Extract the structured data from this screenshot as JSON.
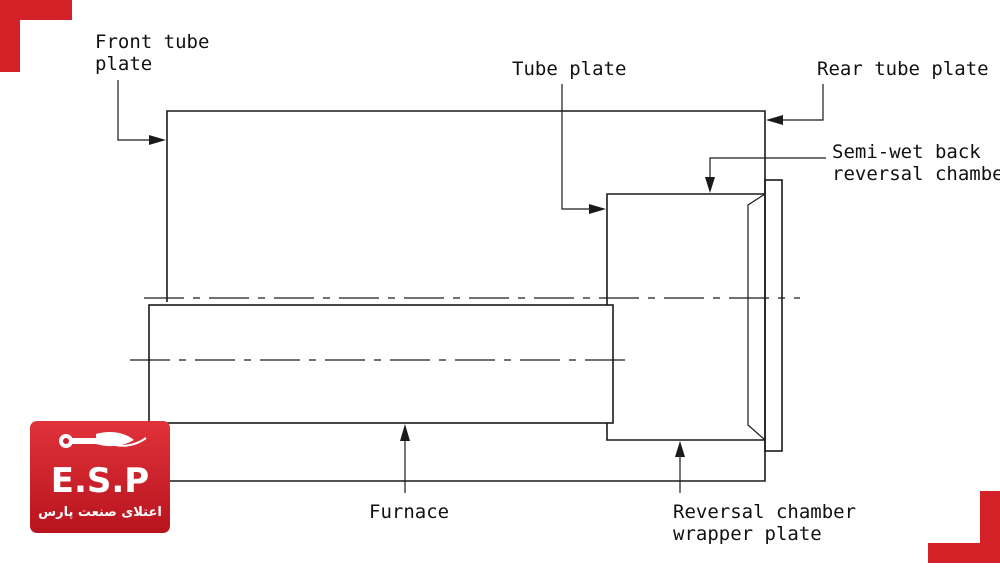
{
  "diagram": {
    "labels": {
      "front_tube_plate_l1": "Front tube",
      "front_tube_plate_l2": "plate",
      "tube_plate": "Tube plate",
      "rear_tube_plate": "Rear tube plate",
      "semi_wet_l1": "Semi-wet back",
      "semi_wet_l2": "reversal chambe",
      "furnace": "Furnace",
      "reversal_wrapper_l1": "Reversal chamber",
      "reversal_wrapper_l2": "wrapper plate"
    }
  },
  "logo": {
    "letters": "E.S.P",
    "subtitle": "اعتلای صنعت پارس"
  },
  "colors": {
    "accent_red": "#d42027",
    "logo_red": "#cf1f2a",
    "line": "#1a1a1a"
  }
}
